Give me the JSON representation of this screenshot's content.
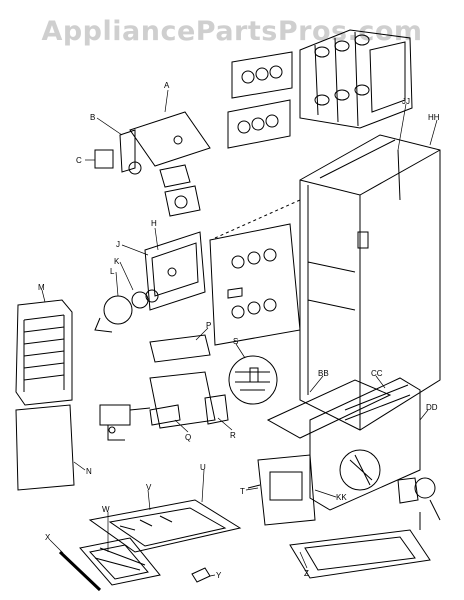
{
  "watermark": "AppliancePartsPros.com",
  "parts": [
    {
      "id": "A",
      "label": "A"
    },
    {
      "id": "B",
      "label": "B"
    },
    {
      "id": "C",
      "label": "C"
    },
    {
      "id": "H",
      "label": "H"
    },
    {
      "id": "J",
      "label": "J"
    },
    {
      "id": "K",
      "label": "K"
    },
    {
      "id": "L",
      "label": "L"
    },
    {
      "id": "M",
      "label": "M"
    },
    {
      "id": "N",
      "label": "N"
    },
    {
      "id": "P",
      "label": "P"
    },
    {
      "id": "Q",
      "label": "Q"
    },
    {
      "id": "R",
      "label": "R"
    },
    {
      "id": "S",
      "label": "S"
    },
    {
      "id": "T",
      "label": "T"
    },
    {
      "id": "U",
      "label": "U"
    },
    {
      "id": "V",
      "label": "V"
    },
    {
      "id": "W",
      "label": "W"
    },
    {
      "id": "X",
      "label": "X"
    },
    {
      "id": "Y",
      "label": "Y"
    },
    {
      "id": "Z",
      "label": "Z"
    },
    {
      "id": "BB",
      "label": "BB"
    },
    {
      "id": "CC",
      "label": "CC"
    },
    {
      "id": "DD",
      "label": "DD"
    },
    {
      "id": "HH",
      "label": "HH"
    },
    {
      "id": "JJ",
      "label": "JJ"
    },
    {
      "id": "KK",
      "label": "KK"
    }
  ]
}
